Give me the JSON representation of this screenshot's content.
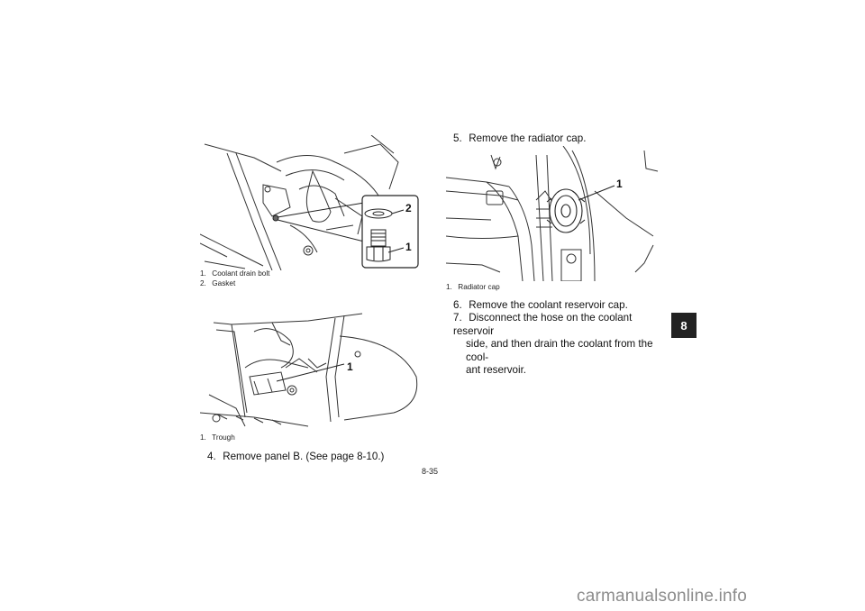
{
  "figures": {
    "drain_bolt": {
      "callouts": [
        "2",
        "1"
      ],
      "captions": [
        {
          "num": "1.",
          "text": "Coolant drain bolt"
        },
        {
          "num": "2.",
          "text": "Gasket"
        }
      ]
    },
    "trough": {
      "callouts": [
        "1"
      ],
      "captions": [
        {
          "num": "1.",
          "text": "Trough"
        }
      ]
    },
    "radiator_cap": {
      "callouts": [
        "1"
      ],
      "captions": [
        {
          "num": "1.",
          "text": "Radiator cap"
        }
      ]
    }
  },
  "steps": {
    "step4": {
      "num": "4.",
      "text": "Remove panel B. (See page 8-10.)"
    },
    "step5": {
      "num": "5.",
      "text": "Remove the radiator cap."
    },
    "step6": {
      "num": "6.",
      "text": "Remove the coolant reservoir cap."
    },
    "step7": {
      "num": "7.",
      "lines": [
        "Disconnect the hose on the coolant reservoir",
        "side, and then drain the coolant from the cool-",
        "ant reservoir."
      ]
    }
  },
  "chapter_tab": "8",
  "page_number": "8-35",
  "watermark": "carmanualsonline.info",
  "colors": {
    "tab_bg": "#222222",
    "watermark": "#8c8c8c",
    "line_art": "#333333"
  }
}
